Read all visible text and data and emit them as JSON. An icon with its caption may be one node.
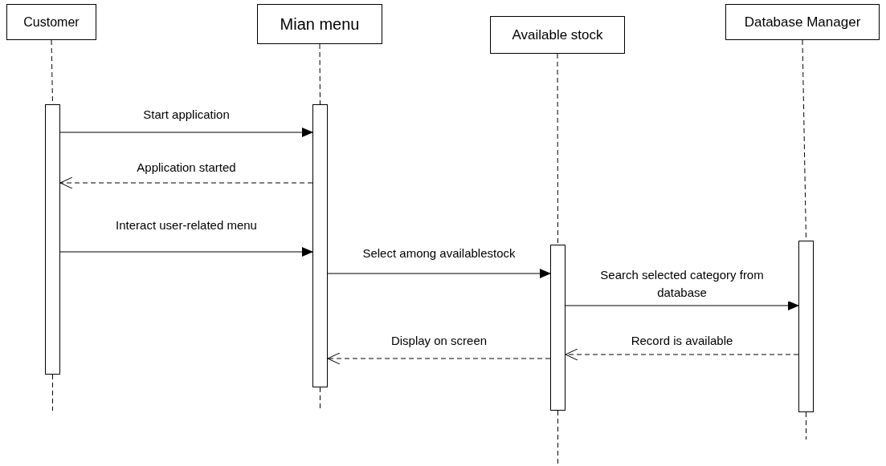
{
  "diagram": {
    "nodes": [
      {
        "text": [
          "Customer"
        ]
      },
      {
        "text": [
          "Mian menu"
        ]
      },
      {
        "text": [
          "Available stock"
        ]
      },
      {
        "text": [
          "Database Manager"
        ]
      },
      {
        "text": [],
        "shape": "bar"
      },
      {
        "text": [],
        "shape": "bar"
      },
      {
        "text": [],
        "shape": "bar"
      },
      {
        "text": [],
        "shape": "bar"
      }
    ],
    "edges": [
      {
        "from": 0,
        "to": 4,
        "arrow": "none",
        "style": "dashed"
      },
      {
        "from": 1,
        "to": 5,
        "arrow": "none",
        "style": "dashed"
      },
      {
        "from": 2,
        "to": 6,
        "arrow": "none",
        "style": "dashed"
      },
      {
        "from": 3,
        "to": 7,
        "arrow": "none",
        "style": "dashed"
      },
      {
        "from": 4,
        "to": null,
        "arrow": "none",
        "style": "dashed"
      },
      {
        "from": 5,
        "to": null,
        "arrow": "none",
        "style": "dashed"
      },
      {
        "from": 6,
        "to": null,
        "arrow": "none",
        "style": "dashed"
      },
      {
        "from": 7,
        "to": null,
        "arrow": "none",
        "style": "dashed"
      },
      {
        "from": 4,
        "to": 5,
        "arrow": "to",
        "label": "Start application"
      },
      {
        "from": 5,
        "to": 4,
        "arrow": "to",
        "label": "Application started",
        "style": "dashed"
      },
      {
        "from": 4,
        "to": 5,
        "arrow": "to",
        "label": "Interact user-related menu"
      },
      {
        "from": 5,
        "to": 6,
        "arrow": "to",
        "label": "Select among availablestock"
      },
      {
        "from": 6,
        "to": 7,
        "arrow": "to",
        "label": "Search selected category from database"
      },
      {
        "from": 7,
        "to": 6,
        "arrow": "to",
        "label": "Record is available",
        "style": "dashed"
      },
      {
        "from": 6,
        "to": 5,
        "arrow": "to",
        "label": "Display on screen",
        "style": "dashed"
      }
    ]
  }
}
